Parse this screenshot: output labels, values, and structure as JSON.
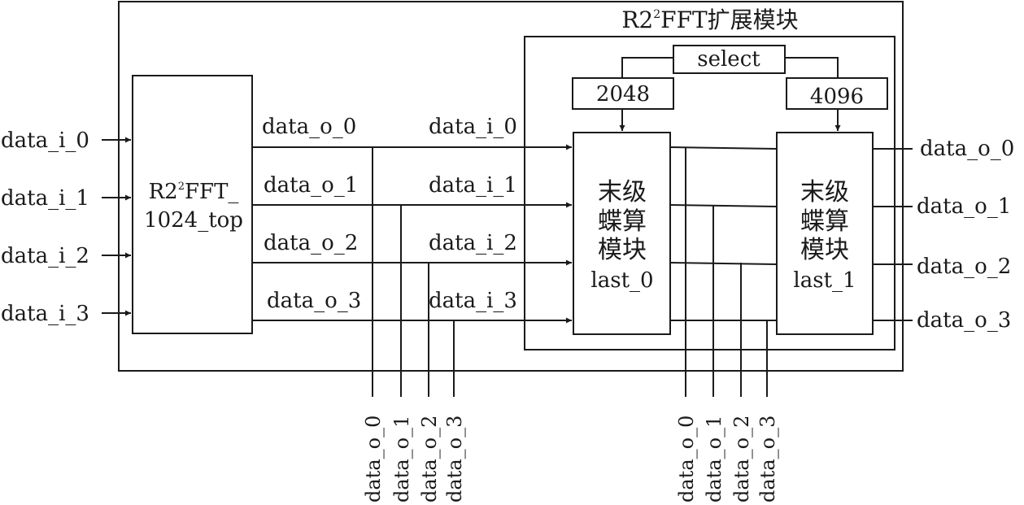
{
  "diagram": {
    "outer_title_prefix": "R2",
    "outer_title_sup": "2",
    "outer_title_suffix": "FFT扩展模块",
    "fft_block": {
      "line1_prefix": "R2",
      "line1_sup": "2",
      "line1_suffix": "FFT_",
      "line2": "1024_top"
    },
    "select_label": "select",
    "size_small": "2048",
    "size_large": "4096",
    "last0": {
      "line1": "末级",
      "line2": "蝶算",
      "line3": "模块",
      "line4": "last_0"
    },
    "last1": {
      "line1": "末级",
      "line2": "蝶算",
      "line3": "模块",
      "line4": "last_1"
    },
    "inputs": [
      "data_i_0",
      "data_i_1",
      "data_i_2",
      "data_i_3"
    ],
    "fft_outputs": [
      "data_o_0",
      "data_o_1",
      "data_o_2",
      "data_o_3"
    ],
    "ext_inputs": [
      "data_i_0",
      "data_i_1",
      "data_i_2",
      "data_i_3"
    ],
    "final_outputs": [
      "data_o_0",
      "data_o_1",
      "data_o_2",
      "data_o_3"
    ],
    "tap_group_a": [
      "data_o_0",
      "data_o_1",
      "data_o_2",
      "data_o_3"
    ],
    "tap_group_b": [
      "data_o_0",
      "data_o_1",
      "data_o_2",
      "data_o_3"
    ]
  }
}
